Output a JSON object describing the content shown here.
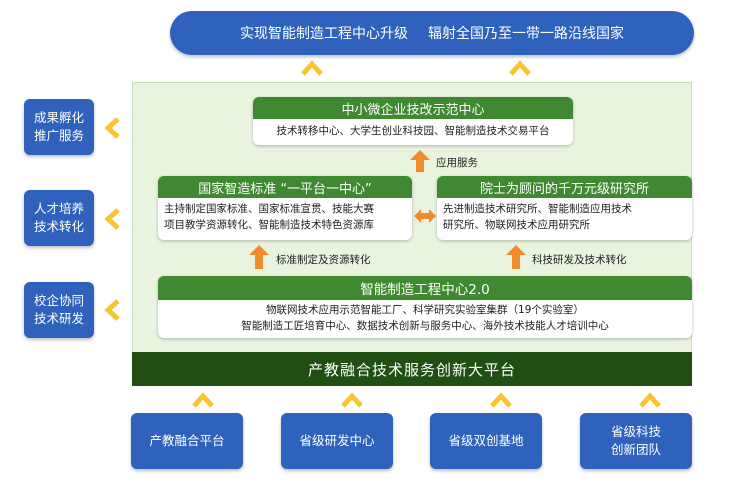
{
  "top_banner": {
    "left_text": "实现智能制造工程中心升级",
    "right_text": "辐射全国乃至一带一路沿线国家"
  },
  "left_column": [
    {
      "line1": "成果孵化",
      "line2": "推广服务"
    },
    {
      "line1": "人才培养",
      "line2": "技术转化"
    },
    {
      "line1": "校企协同",
      "line2": "技术研发"
    }
  ],
  "center_top": {
    "title": "中小微企业技改示范中心",
    "body": "技术转移中心、大学生创业科技园、智能制造技术交易平台"
  },
  "arrow_labels": {
    "application": "应用服务",
    "standards": "标准制定及资源转化",
    "research": "科技研发及技术转化"
  },
  "left_mid": {
    "title": "国家智造标准 “一平台一中心”",
    "body_line1": "主持制定国家标准、国家标准宣贯、技能大赛",
    "body_line2": "项目教学资源转化、智能制造技术特色资源库"
  },
  "right_mid": {
    "title": "院士为顾问的千万元级研究所",
    "body_line1": "先进制造技术研究所、智能制造应用技术",
    "body_line2": "研究所、物联网技术应用研究所"
  },
  "engineering_center": {
    "title": "智能制造工程中心2.0",
    "body_line1": "物联网技术应用示范智能工厂、科学研究实验室集群（19个实验室）",
    "body_line2": "智能制造工匠培育中心、数据技术创新与服务中心、海外技术技能人才培训中心"
  },
  "platform_name": "产教融合技术服务创新大平台",
  "bottom_row": [
    {
      "line1": "产教融合平台",
      "line2": ""
    },
    {
      "line1": "省级研发中心",
      "line2": ""
    },
    {
      "line1": "省级双创基地",
      "line2": ""
    },
    {
      "line1": "省级科技",
      "line2": "创新团队"
    }
  ],
  "colors": {
    "blue": "#2f62bd",
    "green_header": "#3f8a30",
    "dark_green": "#214f13",
    "light_green_bg": "#e9f4df",
    "chevron_yellow": "#f7c531",
    "arrow_orange": "#f08c2a"
  }
}
